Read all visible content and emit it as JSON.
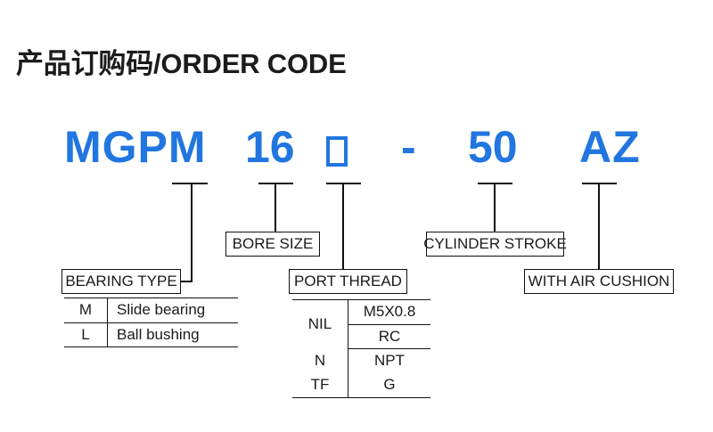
{
  "page": {
    "title": "产品订购码/ORDER CODE",
    "accent_color": "#2176e0",
    "line_color": "#111111",
    "background": "#ffffff"
  },
  "order_code": {
    "tokens": [
      {
        "id": "bearing",
        "text": "MGPM"
      },
      {
        "id": "bore",
        "text": "16"
      },
      {
        "id": "port",
        "text": "",
        "glyph": "square-outline"
      },
      {
        "id": "dash",
        "text": "-"
      },
      {
        "id": "stroke",
        "text": "50"
      },
      {
        "id": "cushion",
        "text": "AZ"
      }
    ]
  },
  "callouts": [
    {
      "id": "bearing-type",
      "label": "BEARING TYPE"
    },
    {
      "id": "bore-size",
      "label": "BORE SIZE"
    },
    {
      "id": "port-thread",
      "label": "PORT THREAD"
    },
    {
      "id": "cylinder-stroke",
      "label": "CYLINDER STROKE"
    },
    {
      "id": "air-cushion",
      "label": "WITH AIR CUSHION"
    }
  ],
  "bearing_type_table": {
    "rows": [
      {
        "code": "M",
        "description": "Slide bearing"
      },
      {
        "code": "L",
        "description": "Ball bushing"
      }
    ]
  },
  "port_thread_table": {
    "rows": [
      {
        "code": "NIL",
        "values": [
          "M5X0.8",
          "RC"
        ]
      },
      {
        "code": "N",
        "values": [
          "NPT"
        ]
      },
      {
        "code": "TF",
        "values": [
          "G"
        ]
      }
    ]
  }
}
